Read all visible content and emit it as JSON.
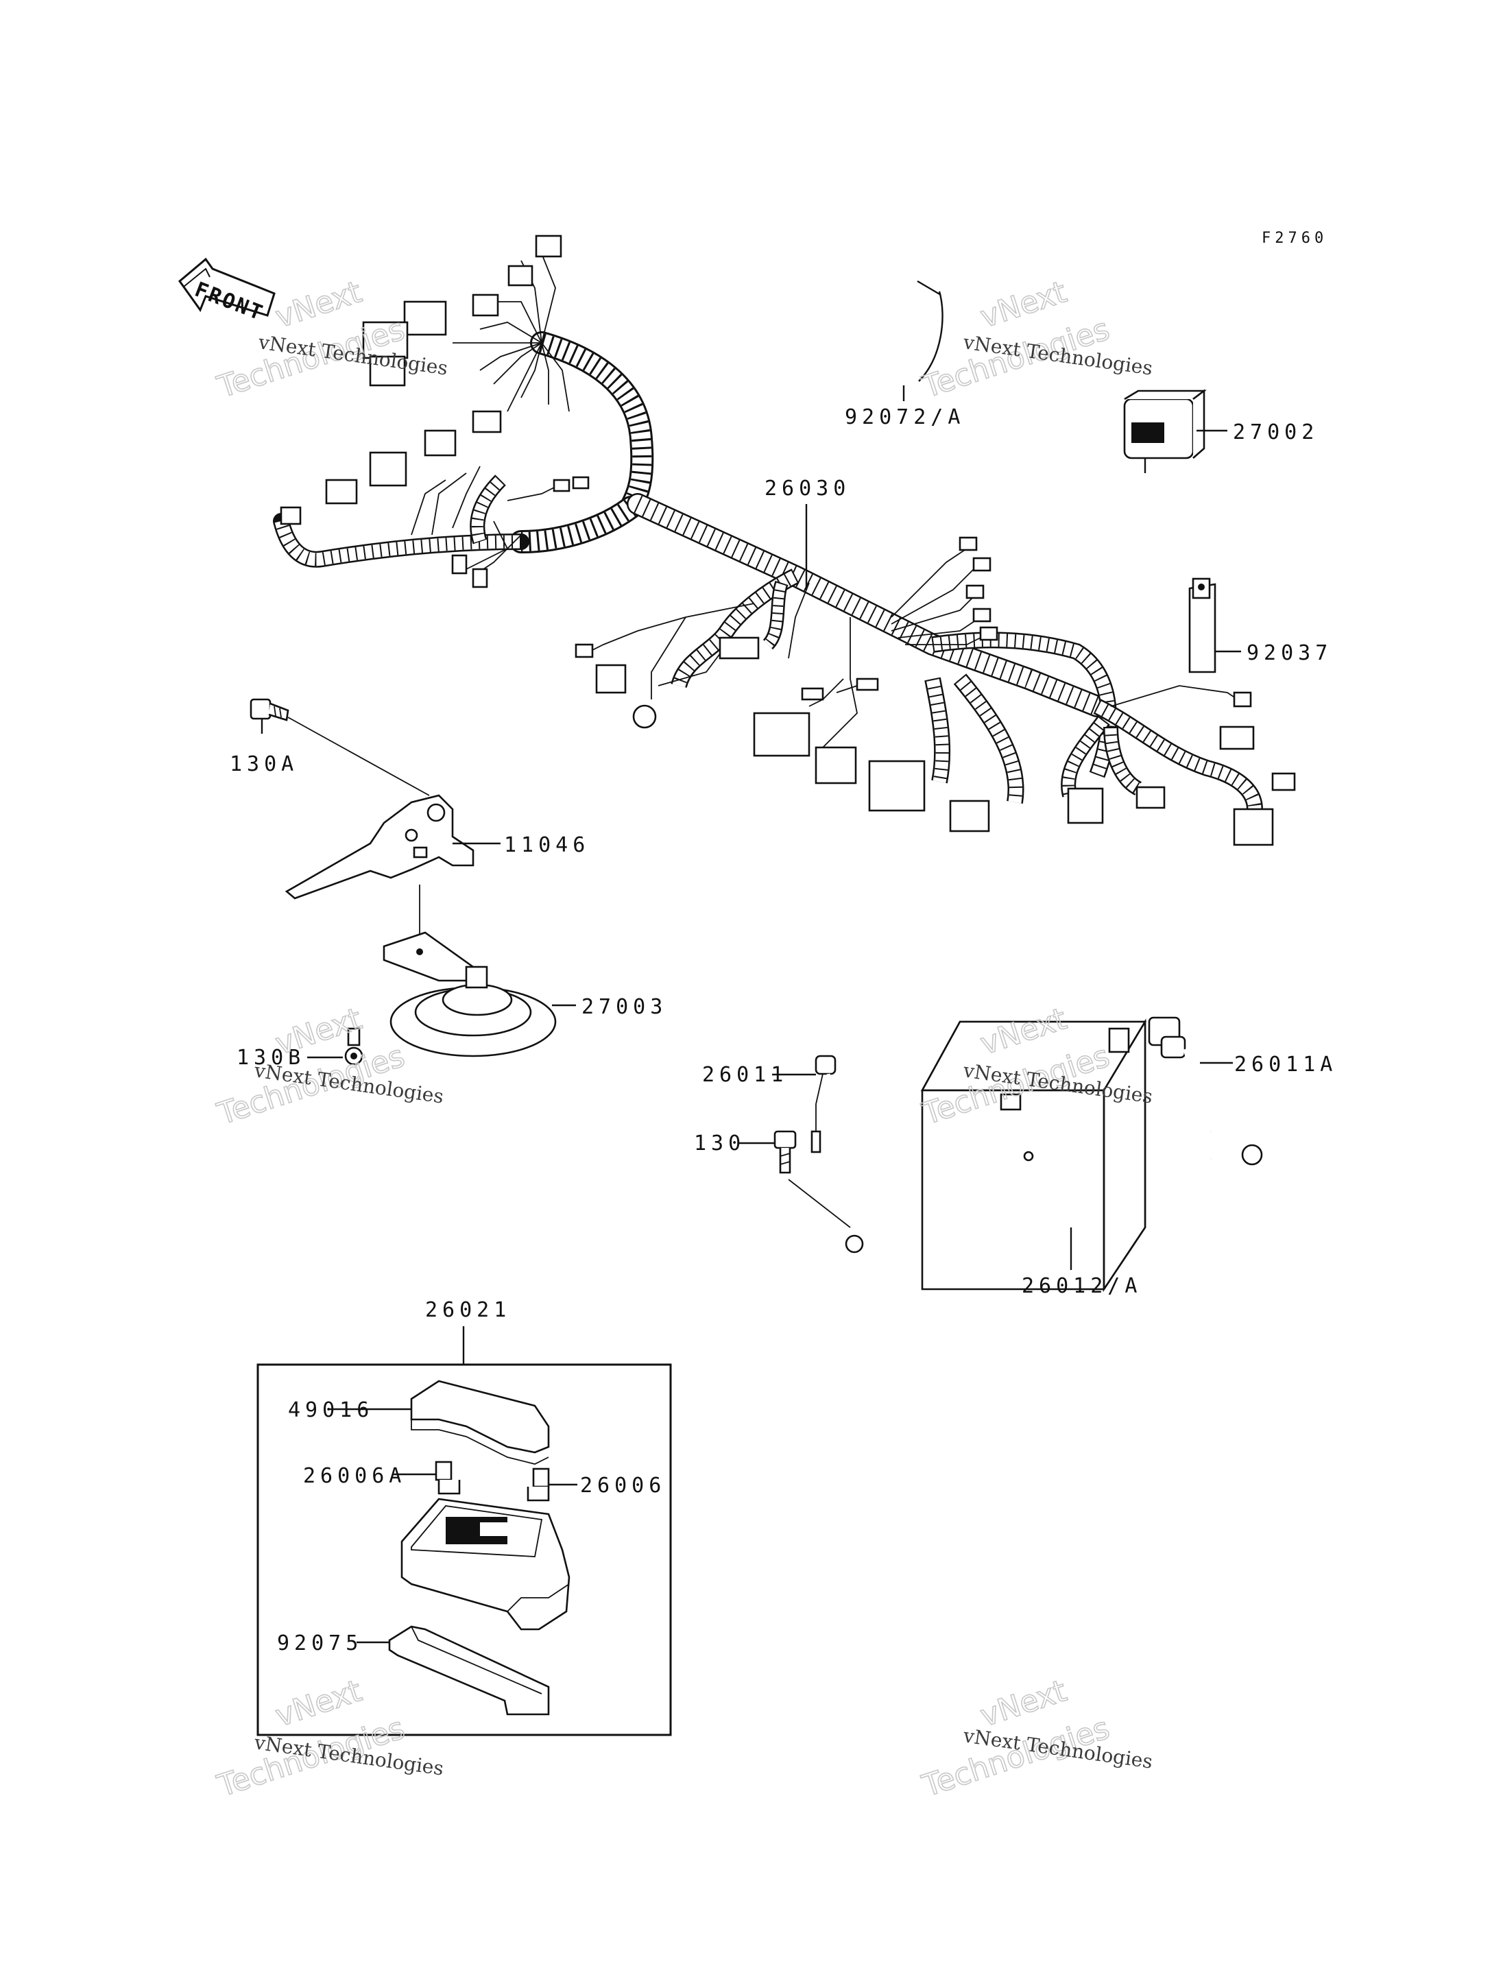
{
  "diagram": {
    "code": "F2760",
    "front_label": "FRONT",
    "watermark": {
      "line1": "vNext Technologies",
      "line2": "vNext",
      "line3": "Technologies"
    },
    "parts": {
      "p92072A": "92072/A",
      "p27002": "27002",
      "p26030": "26030",
      "p92037": "92037",
      "p130A": "130A",
      "p11046": "11046",
      "p27003": "27003",
      "p130B": "130B",
      "p26011": "26011",
      "p26011A": "26011A",
      "p130": "130",
      "p26012A": "26012/A",
      "p26021": "26021",
      "p49016": "49016",
      "p26006A": "26006A",
      "p26006": "26006",
      "p92075": "92075"
    }
  }
}
